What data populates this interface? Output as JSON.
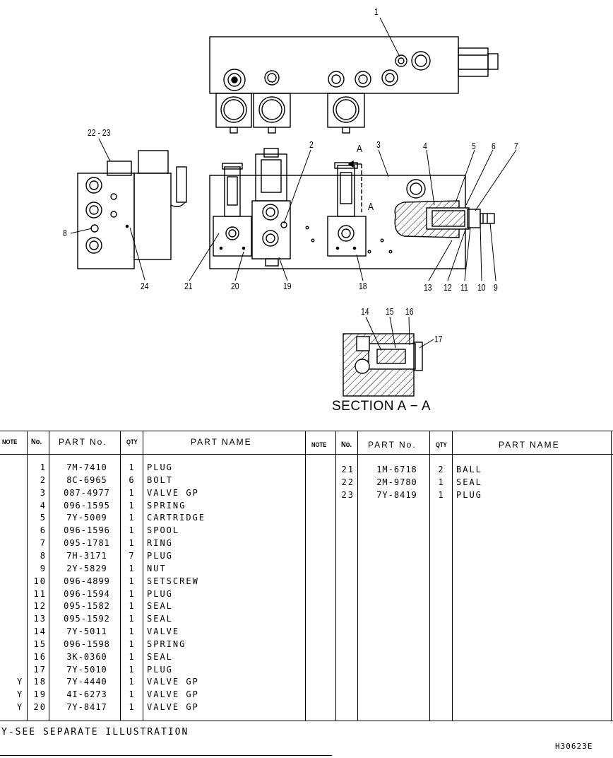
{
  "callouts": {
    "n1": "1",
    "n2": "2",
    "n3": "3",
    "n4": "4",
    "n5": "5",
    "n6": "6",
    "n7": "7",
    "n8": "8",
    "n9": "9",
    "n10": "10",
    "n11": "11",
    "n12": "12",
    "n13": "13",
    "n14": "14",
    "n15": "15",
    "n16": "16",
    "n17": "17",
    "n18": "18",
    "n19": "19",
    "n20": "20",
    "n21": "21",
    "n22_23": "22 - 23",
    "n24": "24",
    "sectA_top": "A",
    "sectA_side": "A"
  },
  "section_caption": "SECTION A − A",
  "table": {
    "headers": {
      "note": "NOTE",
      "no": "No.",
      "part_no": "PART No.",
      "qty": "QTY",
      "part_name": "PART NAME"
    },
    "left_rows": [
      {
        "note": "",
        "no": "1",
        "part_no": "7M-7410",
        "qty": "1",
        "name": "PLUG"
      },
      {
        "note": "",
        "no": "2",
        "part_no": "8C-6965",
        "qty": "6",
        "name": "BOLT"
      },
      {
        "note": "",
        "no": "3",
        "part_no": "087-4977",
        "qty": "1",
        "name": "VALVE GP"
      },
      {
        "note": "",
        "no": "4",
        "part_no": "096-1595",
        "qty": "1",
        "name": "SPRING"
      },
      {
        "note": "",
        "no": "5",
        "part_no": "7Y-5009",
        "qty": "1",
        "name": "CARTRIDGE"
      },
      {
        "note": "",
        "no": "6",
        "part_no": "096-1596",
        "qty": "1",
        "name": "SPOOL"
      },
      {
        "note": "",
        "no": "7",
        "part_no": "095-1781",
        "qty": "1",
        "name": "RING"
      },
      {
        "note": "",
        "no": "8",
        "part_no": "7H-3171",
        "qty": "7",
        "name": "PLUG"
      },
      {
        "note": "",
        "no": "9",
        "part_no": "2Y-5829",
        "qty": "1",
        "name": "NUT"
      },
      {
        "note": "",
        "no": "10",
        "part_no": "096-4899",
        "qty": "1",
        "name": "SETSCREW"
      },
      {
        "note": "",
        "no": "11",
        "part_no": "096-1594",
        "qty": "1",
        "name": "PLUG"
      },
      {
        "note": "",
        "no": "12",
        "part_no": "095-1582",
        "qty": "1",
        "name": "SEAL"
      },
      {
        "note": "",
        "no": "13",
        "part_no": "095-1592",
        "qty": "1",
        "name": "SEAL"
      },
      {
        "note": "",
        "no": "14",
        "part_no": "7Y-5011",
        "qty": "1",
        "name": "VALVE"
      },
      {
        "note": "",
        "no": "15",
        "part_no": "096-1598",
        "qty": "1",
        "name": "SPRING"
      },
      {
        "note": "",
        "no": "16",
        "part_no": "3K-0360",
        "qty": "1",
        "name": "SEAL"
      },
      {
        "note": "",
        "no": "17",
        "part_no": "7Y-5010",
        "qty": "1",
        "name": "PLUG"
      },
      {
        "note": "Y",
        "no": "18",
        "part_no": "7Y-4440",
        "qty": "1",
        "name": "VALVE GP"
      },
      {
        "note": "Y",
        "no": "19",
        "part_no": "4I-6273",
        "qty": "1",
        "name": "VALVE GP"
      },
      {
        "note": "Y",
        "no": "20",
        "part_no": "7Y-8417",
        "qty": "1",
        "name": "VALVE GP"
      }
    ],
    "right_rows": [
      {
        "note": "",
        "no": "21",
        "part_no": "1M-6718",
        "qty": "2",
        "name": "BALL"
      },
      {
        "note": "",
        "no": "22",
        "part_no": "2M-9780",
        "qty": "1",
        "name": "SEAL"
      },
      {
        "note": "",
        "no": "23",
        "part_no": "7Y-8419",
        "qty": "1",
        "name": "PLUG"
      }
    ]
  },
  "footnote": "Y-SEE SEPARATE ILLUSTRATION",
  "drawing_code": "H30623E"
}
